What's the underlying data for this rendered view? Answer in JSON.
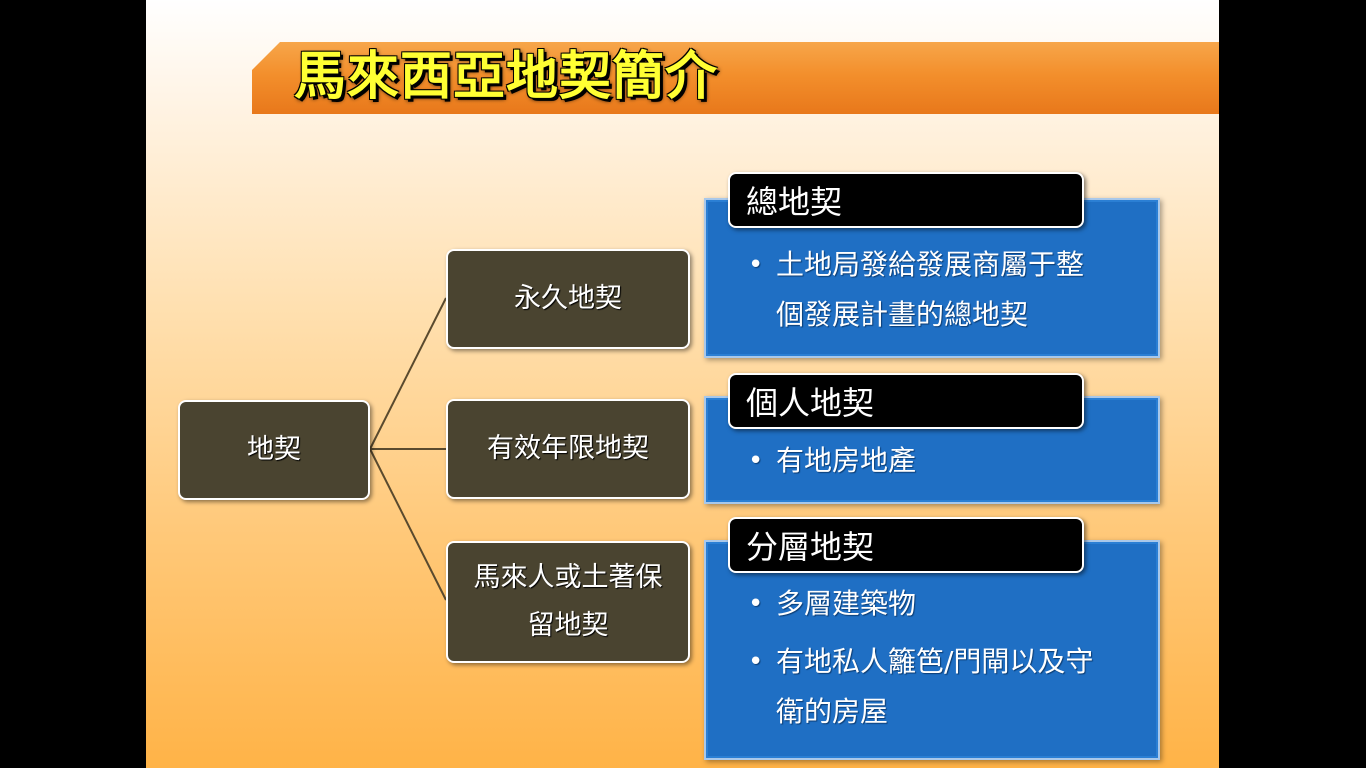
{
  "title": "馬來西亞地契簡介",
  "root": {
    "label": "地契"
  },
  "branches": [
    {
      "label_lines": [
        "永久地契"
      ]
    },
    {
      "label_lines": [
        "有效年限地契"
      ]
    },
    {
      "label_lines": [
        "馬來人或土著保",
        "留地契"
      ]
    }
  ],
  "categories": [
    {
      "tag": "總地契",
      "bullets": [
        [
          "土地局發給發展商屬于整",
          "個發展計畫的總地契"
        ]
      ]
    },
    {
      "tag": "個人地契",
      "bullets": [
        [
          "有地房地產"
        ]
      ]
    },
    {
      "tag": "分層地契",
      "bullets": [
        [
          "多層建築物"
        ],
        [
          "有地私人籬笆/門閘以及守",
          "衛的房屋"
        ]
      ]
    }
  ],
  "colors": {
    "node_fill": "#4a4430",
    "blue_fill": "#1f6fc4",
    "tag_fill": "#000000",
    "title_text": "#ffff33",
    "title_bar": "#f38f2c"
  }
}
